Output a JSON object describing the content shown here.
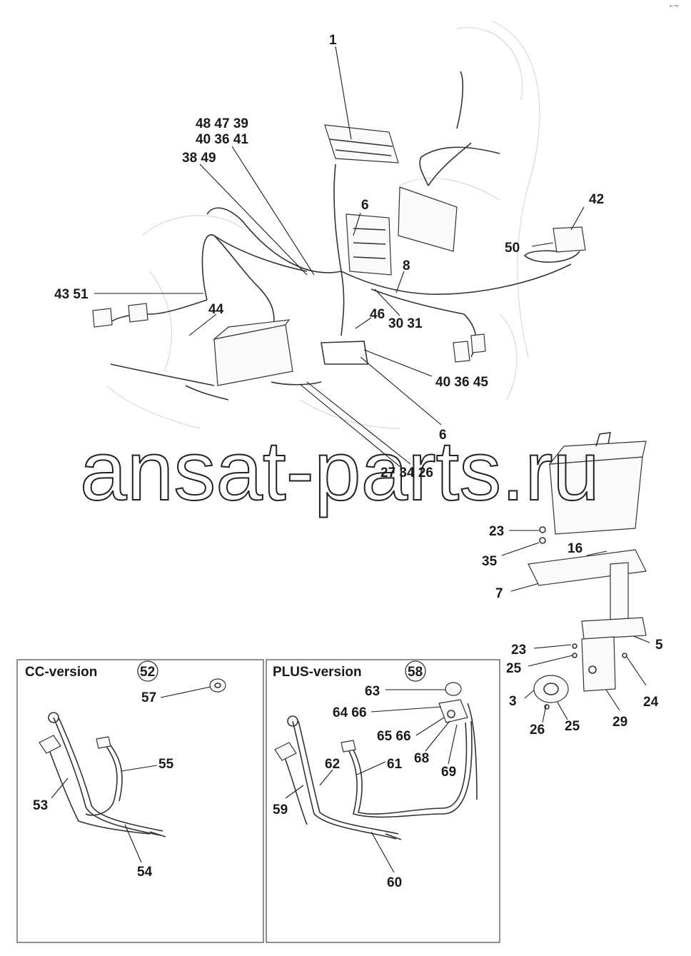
{
  "corner_mark": "ₐ₀ ₘₐ",
  "watermark": "ansat-parts.ru",
  "callouts": {
    "c1": "1",
    "c48_47_39": "48 47 39",
    "c40_36_41": "40 36 41",
    "c38_49": "38 49",
    "c6_top": "6",
    "c42": "42",
    "c50": "50",
    "c8": "8",
    "c43_51": "43 51",
    "c44": "44",
    "c46": "46",
    "c30_31": "30 31",
    "c40_36_45": "40 36 45",
    "c6_mid": "6",
    "c27_34_26": "27 34 26",
    "c23_a": "23",
    "c16": "16",
    "c35": "35",
    "c7": "7",
    "c5": "5",
    "c23_b": "23",
    "c25_a": "25",
    "c3": "3",
    "c24": "24",
    "c26": "26",
    "c25_b": "25",
    "c29": "29"
  },
  "cc_panel": {
    "title": "CC-version",
    "badge": "52",
    "labels": {
      "c57": "57",
      "c55": "55",
      "c53": "53",
      "c54": "54"
    }
  },
  "plus_panel": {
    "title": "PLUS-version",
    "badge": "58",
    "labels": {
      "c63": "63",
      "c64_66": "64 66",
      "c65_66": "65 66",
      "c68": "68",
      "c69": "69",
      "c61": "61",
      "c62": "62",
      "c59": "59",
      "c60": "60"
    }
  }
}
